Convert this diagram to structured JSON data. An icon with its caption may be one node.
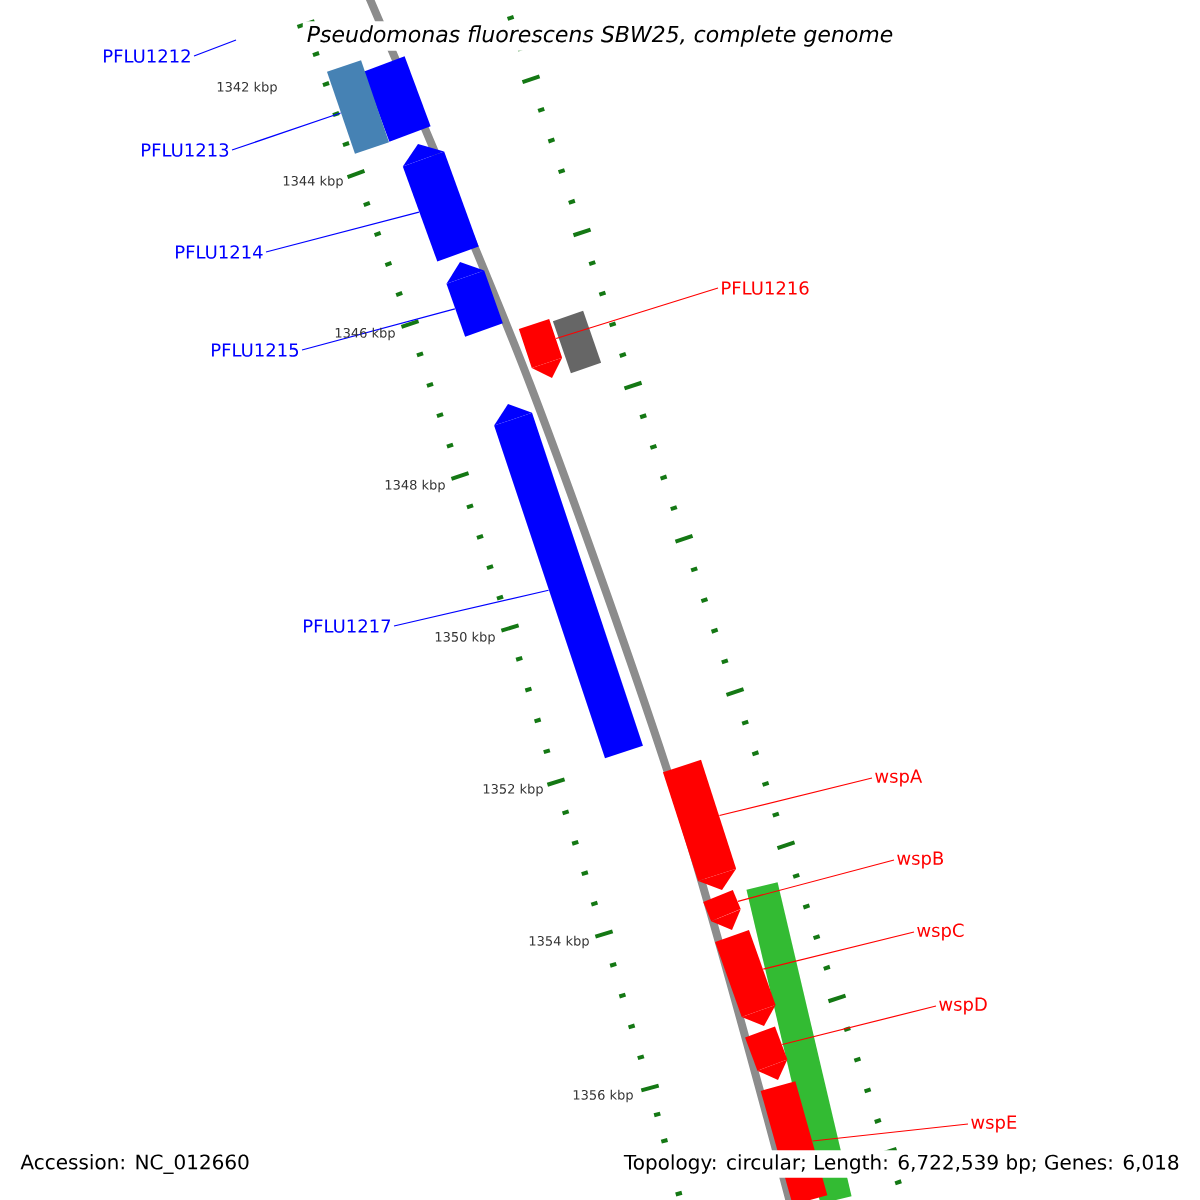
{
  "diagram": {
    "title": "Pseudomonas fluorescens SBW25, complete genome",
    "nodes": [
      {
        "text": [
          "PFLU1212"
        ]
      },
      {
        "text": [],
        "shape": "bar"
      },
      {
        "text": [],
        "shape": "bar"
      },
      {
        "text": [
          "PFLU1213"
        ]
      },
      {
        "text": [],
        "shape": "bar"
      },
      {
        "text": [
          "PFLU1214"
        ]
      },
      {
        "text": [],
        "shape": "bar"
      },
      {
        "text": [
          "PFLU1216"
        ]
      },
      {
        "text": [],
        "shape": "bar"
      },
      {
        "text": [],
        "shape": "bar"
      },
      {
        "text": [
          "PFLU1215"
        ]
      },
      {
        "text": [],
        "shape": "bar"
      },
      {
        "text": [
          "PFLU1217"
        ]
      },
      {
        "text": [],
        "shape": "bar"
      },
      {
        "text": [
          "wspA"
        ]
      },
      {
        "text": [],
        "shape": "bar"
      },
      {
        "text": [],
        "shape": "bar"
      },
      {
        "text": [
          "wspB"
        ]
      },
      {
        "text": [],
        "shape": "bar"
      },
      {
        "text": [
          "wspC"
        ]
      },
      {
        "text": [],
        "shape": "bar"
      },
      {
        "text": [
          "wspD"
        ]
      },
      {
        "text": [],
        "shape": "bar"
      },
      {
        "text": [
          "wspE"
        ]
      }
    ],
    "edges": [
      {
        "from": 0,
        "to": null,
        "arrow": "none",
        "color": "#0000ff"
      },
      {
        "from": 3,
        "to": 2,
        "arrow": "none",
        "color": "#0000ff"
      },
      {
        "from": 5,
        "to": 4,
        "arrow": "none",
        "color": "#0000ff"
      },
      {
        "from": 10,
        "to": 6,
        "arrow": "none",
        "color": "#0000ff"
      },
      {
        "from": 7,
        "to": 8,
        "arrow": "none",
        "color": "#ff0000"
      },
      {
        "from": 12,
        "to": 11,
        "arrow": "none",
        "color": "#0000ff"
      },
      {
        "from": 14,
        "to": 13,
        "arrow": "none",
        "color": "#ff0000"
      },
      {
        "from": 17,
        "to": 16,
        "arrow": "none",
        "color": "#ff0000"
      },
      {
        "from": 19,
        "to": 18,
        "arrow": "none",
        "color": "#ff0000"
      },
      {
        "from": 21,
        "to": 20,
        "arrow": "none",
        "color": "#ff0000"
      },
      {
        "from": 23,
        "to": 22,
        "arrow": "none",
        "color": "#ff0000"
      }
    ],
    "labels": [
      "1342 kbp",
      "1344 kbp",
      "1346 kbp",
      "1348 kbp",
      "1350 kbp",
      "1352 kbp",
      "1354 kbp",
      "1356 kbp",
      "Accession: NC_012660",
      "Topology: circular; Length: 6,722,539 bp; Genes: 6,018"
    ]
  }
}
